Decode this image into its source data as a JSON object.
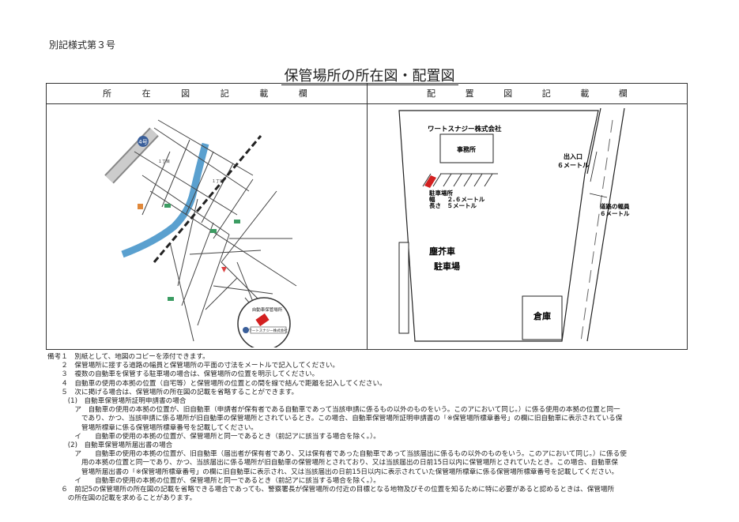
{
  "form_no": "別記様式第３号",
  "title": "保管場所の所在図・配置図",
  "left_header": [
    "所",
    "在",
    "図",
    "記",
    "載",
    "欄"
  ],
  "right_header": [
    "配",
    "置",
    "図",
    "記",
    "載",
    "欄"
  ],
  "location_map": {
    "route_number": "4号",
    "label_1": "１丁目",
    "label_2": "１丁目",
    "legend_title": "自動車保管場所",
    "company_tag": "ワートスナジー株式会社"
  },
  "layout": {
    "company": "ワートスナジー株式会社",
    "office": "事務所",
    "parking_title": "駐車場所",
    "parking_width": "幅　　２.６メートル",
    "parking_length": "長さ　５メートル",
    "entrance": "出入口",
    "entrance_width": "６メートル",
    "road_width_label": "道路の幅員",
    "road_width": "６メートル",
    "other_lot_1": "塵芥車",
    "other_lot_2": "駐車場",
    "warehouse": "倉庫"
  },
  "notes": [
    "備考１　別紙として、地図のコピーを添付できます。",
    "　　２　保管場所に接する道路の幅員と保管場所の平面の寸法をメートルで記入してください。",
    "　　３　複数の自動車を保管する駐車場の場合は、保管場所の位置を明示してください。",
    "　　４　自動車の使用の本拠の位置（自宅等）と保管場所の位置との間を線で結んで距離を記入してください。",
    "　　５　次に掲げる場合は、保管場所の所在図の記載を省略することができます。",
    "　　　(1)　自動車保管場所証明申請書の場合",
    "　　　　ア　自動車の使用の本拠の位置が、旧自動車（申請者が保有者である自動車であって当該申請に係るもの以外のものをいう。このアにおいて同じ。）に係る使用の本拠の位置と同一",
    "　　　　　であり、かつ、当該申請に係る場所が旧自動車の保管場所とされているとき。この場合、自動車保管場所証明申請書の「※保管場所標章番号」の欄に旧自動車に表示されている保",
    "　　　　　管場所標章に係る保管場所標章番号を記載してください。",
    "　　　　イ　　自動車の使用の本拠の位置が、保管場所と同一であるとき（前記アに該当する場合を除く。）。",
    "　　　(2)　自動車保管場所届出書の場合",
    "　　　　ア　　自動車の使用の本拠の位置が、旧自動車（届出者が保有者であり、又は保有者であった自動車であって当該届出に係るもの以外のものをいう。このアにおいて同じ。）に係る使",
    "　　　　　用の本拠の位置と同一であり、かつ、当該届出に係る場所が旧自動車の保管場所とされており、又は当該届出の日前15日以内に保管場所とされていたとき。この場合、自動車保",
    "　　　　　管場所届出書の「※保管場所標章番号」の欄に旧自動車に表示され、又は当該届出の日前15日以内に表示されていた保管場所標章に係る保管場所標章番号を記載してください。",
    "　　　　イ　　自動車の使用の本拠の位置が、保管場所と同一であるとき（前記アに該当する場合を除く。）。",
    "　　６　前記5の保管場所の所在図の記載を省略できる場合であっても、警察署長が保管場所の付近の目標となる地物及びその位置を知るために特に必要があると認めるときは、保管場所",
    "　　　の所在図の記載を求めることがあります。"
  ]
}
